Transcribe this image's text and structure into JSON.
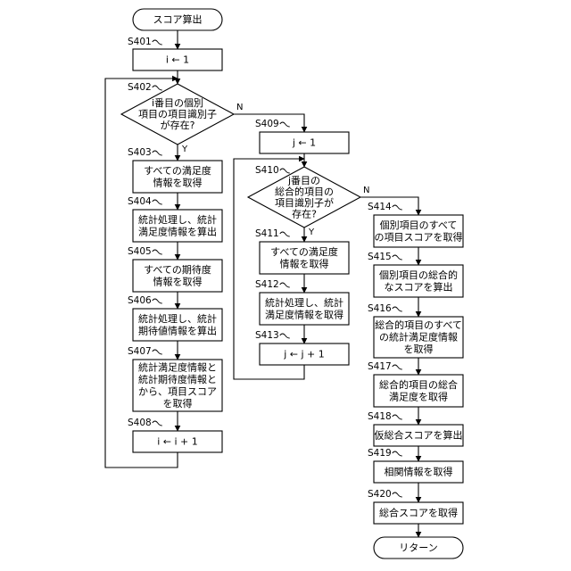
{
  "nodes": {
    "start": {
      "type": "terminal",
      "lines": [
        "スコア算出"
      ]
    },
    "S401": {
      "type": "process",
      "step": "S401",
      "lines": [
        "i ← 1"
      ]
    },
    "S402": {
      "type": "decision",
      "step": "S402",
      "lines": [
        "i番目の個別",
        "項目の項目識別子",
        "が存在?"
      ],
      "yes": "Y",
      "no": "N"
    },
    "S403": {
      "type": "process",
      "step": "S403",
      "lines": [
        "すべての満足度",
        "情報を取得"
      ]
    },
    "S404": {
      "type": "process",
      "step": "S404",
      "lines": [
        "統計処理し、統計",
        "満足度情報を算出"
      ]
    },
    "S405": {
      "type": "process",
      "step": "S405",
      "lines": [
        "すべての期待度",
        "情報を取得"
      ]
    },
    "S406": {
      "type": "process",
      "step": "S406",
      "lines": [
        "統計処理し、統計",
        "期待値情報を算出"
      ]
    },
    "S407": {
      "type": "process",
      "step": "S407",
      "lines": [
        "統計満足度情報と",
        "統計期待度情報と",
        "から、項目スコア",
        "を取得"
      ]
    },
    "S408": {
      "type": "process",
      "step": "S408",
      "lines": [
        "i ← i + 1"
      ]
    },
    "S409": {
      "type": "process",
      "step": "S409",
      "lines": [
        "j ← 1"
      ]
    },
    "S410": {
      "type": "decision",
      "step": "S410",
      "lines": [
        "j番目の",
        "総合的項目の",
        "項目識別子が",
        "存在?"
      ],
      "yes": "Y",
      "no": "N"
    },
    "S411": {
      "type": "process",
      "step": "S411",
      "lines": [
        "すべての満足度",
        "情報を取得"
      ]
    },
    "S412": {
      "type": "process",
      "step": "S412",
      "lines": [
        "統計処理し、統計",
        "満足度情報を取得"
      ]
    },
    "S413": {
      "type": "process",
      "step": "S413",
      "lines": [
        "j ← j + 1"
      ]
    },
    "S414": {
      "type": "process",
      "step": "S414",
      "lines": [
        "個別項目のすべて",
        "の項目スコアを取得"
      ]
    },
    "S415": {
      "type": "process",
      "step": "S415",
      "lines": [
        "個別項目の総合的",
        "なスコアを算出"
      ]
    },
    "S416": {
      "type": "process",
      "step": "S416",
      "lines": [
        "総合的項目のすべて",
        "の統計満足度情報",
        "を取得"
      ]
    },
    "S417": {
      "type": "process",
      "step": "S417",
      "lines": [
        "総合的項目の総合",
        "満足度を取得"
      ]
    },
    "S418": {
      "type": "process",
      "step": "S418",
      "lines": [
        "仮総合スコアを算出"
      ]
    },
    "S419": {
      "type": "process",
      "step": "S419",
      "lines": [
        "相関情報を取得"
      ]
    },
    "S420": {
      "type": "process",
      "step": "S420",
      "lines": [
        "総合スコアを取得"
      ]
    },
    "end": {
      "type": "terminal",
      "lines": [
        "リターン"
      ]
    }
  }
}
